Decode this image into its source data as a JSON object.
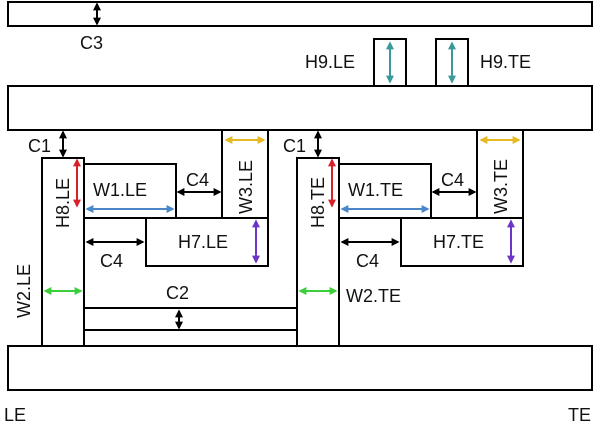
{
  "labels": {
    "c3": "C3",
    "h9_le": "H9.LE",
    "h9_te": "H9.TE",
    "c1_le": "C1",
    "c1_te": "C1",
    "w1_le": "W1.LE",
    "w1_te": "W1.TE",
    "c4_le_top": "C4",
    "c4_te_top": "C4",
    "w3_le": "W3.LE",
    "w3_te": "W3.TE",
    "h8_le": "H8.LE",
    "h8_te": "H8.TE",
    "h7_le": "H7.LE",
    "h7_te": "H7.TE",
    "c4_le_bottom": "C4",
    "c4_te_bottom": "C4",
    "w2_le": "W2.LE",
    "w2_te": "W2.TE",
    "c2": "C2",
    "le": "LE",
    "te": "TE"
  },
  "colors": {
    "black": "#000000",
    "teal": "#3a9a9a",
    "red": "#d8202a",
    "blue": "#4a86c8",
    "yellow": "#e8b820",
    "purple": "#6a35c8",
    "green": "#3ccf3c"
  }
}
